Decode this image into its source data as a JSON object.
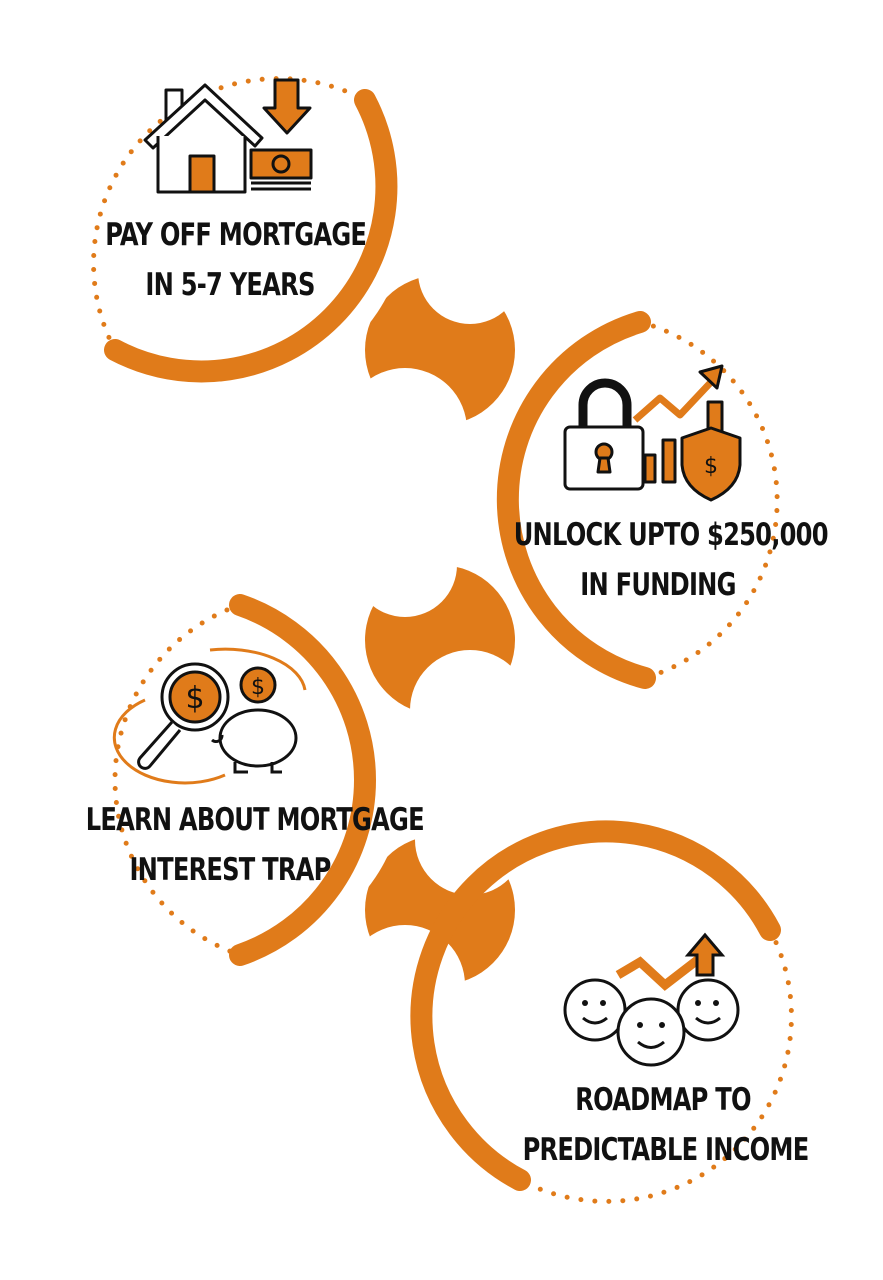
{
  "colors": {
    "accent": "#E07B1A",
    "text": "#111111"
  },
  "steps": [
    {
      "line1": "PAY OFF MORTGAGE",
      "line2": "IN 5-7 YEARS",
      "icon": "house-money-icon"
    },
    {
      "line1": "UNLOCK UPTO $250,000",
      "line2": "IN FUNDING",
      "icon": "lock-growth-shield-icon"
    },
    {
      "line1": "LEARN ABOUT MORTGAGE",
      "line2": "INTEREST TRAP",
      "icon": "magnifier-piggy-bank-icon"
    },
    {
      "line1": "ROADMAP TO",
      "line2": "PREDICTABLE INCOME",
      "icon": "smiley-faces-growth-icon"
    }
  ]
}
